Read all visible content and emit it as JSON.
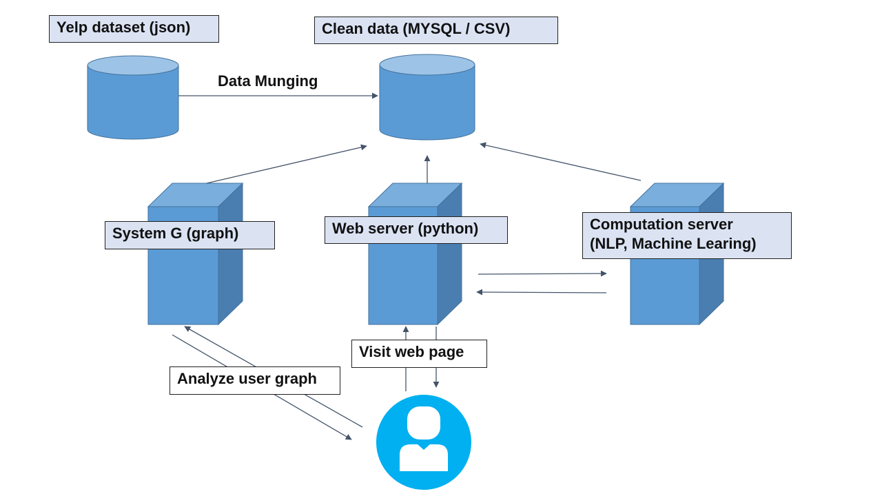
{
  "labels": {
    "yelp": "Yelp dataset (json)",
    "clean": "Clean data (MYSQL / CSV)",
    "munging": "Data Munging",
    "systemg": "System G (graph)",
    "webserver": "Web server (python)",
    "computation_line1": "Computation server",
    "computation_line2": "(NLP, Machine Learing)",
    "visit": "Visit web page",
    "analyze": "Analyze user graph"
  },
  "colors": {
    "shape_fill": "#5b9bd5",
    "shape_top": "#9dc3e6",
    "shape_side": "#4a7eb0",
    "shape_top_dark": "#7aaedd",
    "shape_stroke": "#41719c",
    "label_fill": "#dbe3f3",
    "arrow": "#44546a",
    "user_circle": "#00b0f0"
  },
  "icons": [
    "database-icon",
    "server-icon",
    "user-icon"
  ]
}
